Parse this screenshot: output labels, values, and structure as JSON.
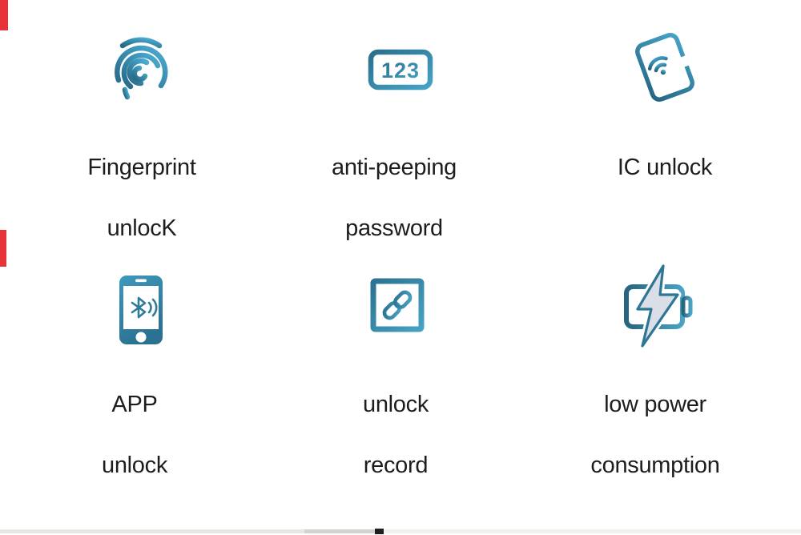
{
  "page": {
    "background": "#ffffff",
    "text_color": "#1d1d1d"
  },
  "accents": {
    "red_bar_color": "#e63438",
    "bottom_strip_colors": [
      "#e8e7e3",
      "#d4d3cf",
      "#1f1f1d",
      "#f2f1ed"
    ]
  },
  "icon_colors": {
    "teal_dark": "#276986",
    "teal_light": "#4badd2",
    "bolt_fill": "#d9dee7",
    "bolt_stroke": "#2d7694"
  },
  "features": [
    {
      "id": "fingerprint-unlock",
      "icon": "fingerprint-icon",
      "line1": "Fingerprint",
      "line2": "unlocK"
    },
    {
      "id": "anti-peeping",
      "icon": "keypad-123-icon",
      "icon_text": "123",
      "line1": "anti-peeping",
      "line2": "password"
    },
    {
      "id": "ic-unlock",
      "icon": "ic-card-icon",
      "line1": "IC unlock",
      "line2": ""
    },
    {
      "id": "app-unlock",
      "icon": "phone-bluetooth-icon",
      "line1": "APP",
      "line2": "unlock"
    },
    {
      "id": "unlock-record",
      "icon": "chain-link-icon",
      "line1": "unlock",
      "line2": "record"
    },
    {
      "id": "low-power",
      "icon": "battery-lightning-icon",
      "line1": "low power",
      "line2": "consumption"
    }
  ]
}
